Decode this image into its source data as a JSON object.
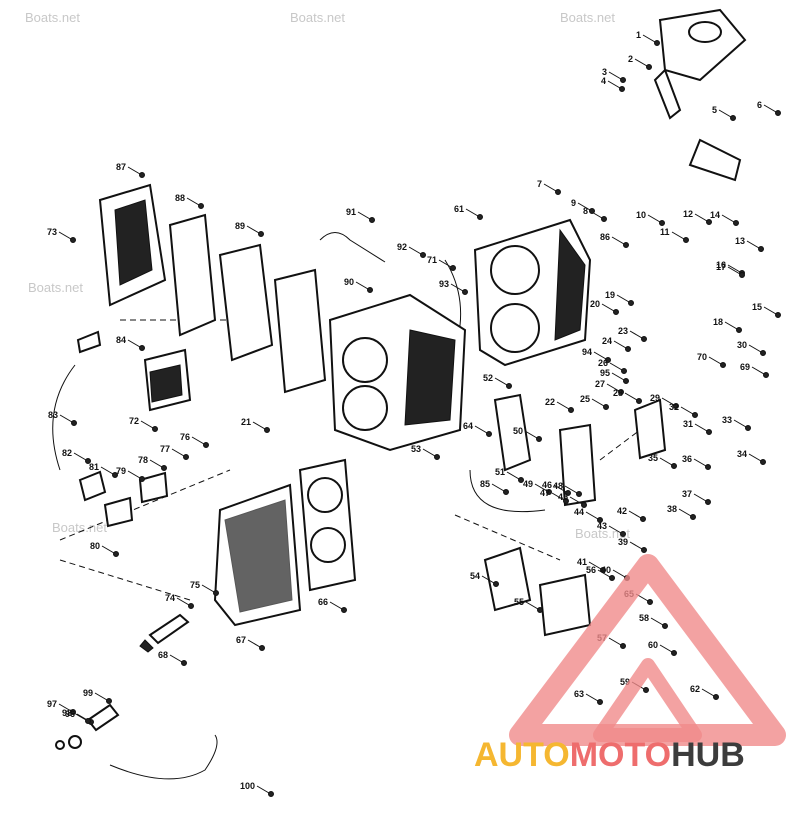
{
  "watermarks": [
    "Boats.net",
    "Boats.net",
    "Boats.net",
    "Boats.net",
    "Boats.net",
    "Boats.net",
    "Boats.net"
  ],
  "brand": {
    "auto": "AUTO",
    "moto": "MOTO",
    "hub": "HUB",
    "colors": {
      "auto": "#f5b731",
      "moto": "#ee6d6d",
      "hub": "#3c3c3c",
      "triangle": "#f08b8b"
    }
  },
  "part_labels": [
    "1",
    "2",
    "3",
    "4",
    "5",
    "6",
    "7",
    "8",
    "9",
    "10",
    "11",
    "12",
    "13",
    "14",
    "15",
    "16",
    "17",
    "18",
    "19",
    "20",
    "21",
    "22",
    "23",
    "24",
    "25",
    "26",
    "27",
    "28",
    "29",
    "30",
    "31",
    "32",
    "33",
    "34",
    "35",
    "36",
    "37",
    "38",
    "39",
    "40",
    "41",
    "42",
    "43",
    "44",
    "45",
    "46",
    "47",
    "48",
    "49",
    "50",
    "51",
    "52",
    "53",
    "54",
    "55",
    "56",
    "57",
    "58",
    "59",
    "60",
    "61",
    "62",
    "63",
    "64",
    "65",
    "66",
    "67",
    "68",
    "69",
    "70",
    "71",
    "72",
    "73",
    "74",
    "75",
    "76",
    "77",
    "78",
    "79",
    "80",
    "81",
    "82",
    "83",
    "84",
    "85",
    "86",
    "87",
    "88",
    "89",
    "90",
    "91",
    "92",
    "93",
    "94",
    "95",
    "96",
    "97",
    "98",
    "99",
    "100"
  ]
}
